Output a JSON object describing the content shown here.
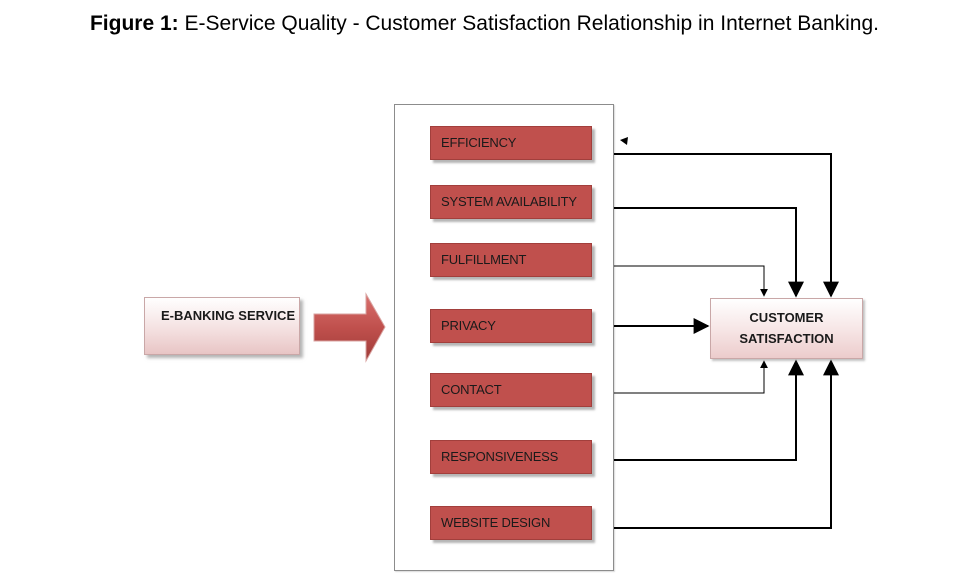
{
  "figure": {
    "label": "Figure 1:",
    "title": "E-Service Quality - Customer Satisfaction Relationship in Internet Banking."
  },
  "input_box": "E-BANKING SERVICE",
  "dimensions": [
    "EFFICIENCY",
    "SYSTEM AVAILABILITY",
    "FULFILLMENT",
    "PRIVACY",
    "CONTACT",
    "RESPONSIVENESS",
    "WEBSITE DESIGN"
  ],
  "outcome": {
    "line1": "CUSTOMER",
    "line2": "SATISFACTION"
  },
  "colors": {
    "dimension_fill": "#c0504d",
    "big_arrow": "#c0504d",
    "connector": "#000000"
  }
}
